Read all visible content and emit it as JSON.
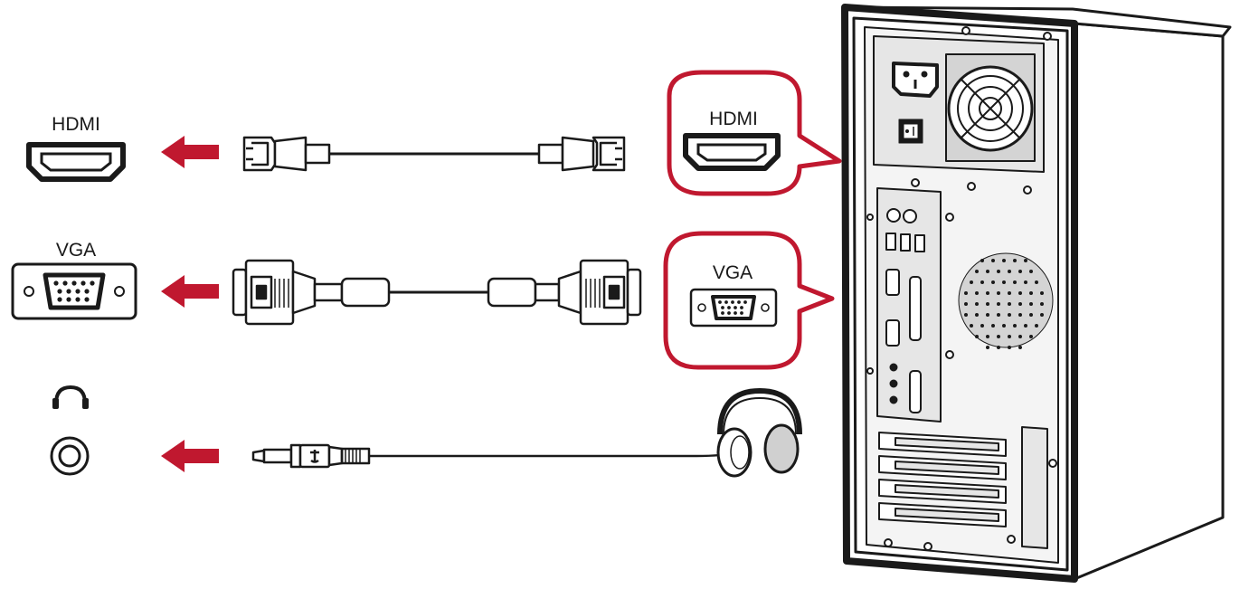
{
  "ports": {
    "hdmi_label": "HDMI",
    "vga_label": "VGA",
    "headphone_icon": "headphone-icon"
  },
  "callouts": {
    "hdmi_label": "HDMI",
    "vga_label": "VGA"
  },
  "colors": {
    "accent_red": "#c0182f",
    "line": "#1a1a1a",
    "case_fill": "#ffffff",
    "panel_fill": "#e6e6e6",
    "vent_fill": "#d4d4d4"
  }
}
